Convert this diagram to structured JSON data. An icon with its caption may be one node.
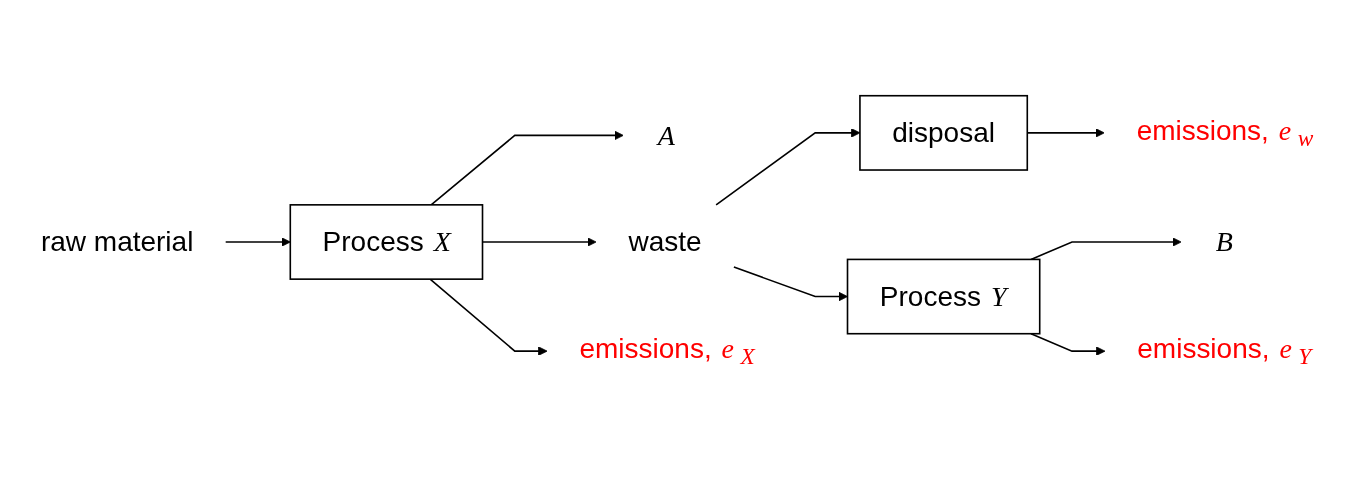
{
  "diagram": {
    "nodes": [
      {
        "text": [
          "raw material"
        ]
      },
      {
        "text": [
          "Process *X*"
        ]
      },
      {
        "text": [
          "*A*"
        ]
      },
      {
        "text": [
          "waste"
        ]
      },
      {
        "text": [
          "emissions, *e*$_{X}$"
        ]
      },
      {
        "text": [
          "disposal"
        ]
      },
      {
        "text": [
          "emissions, *e*$_{w}$"
        ]
      },
      {
        "text": [
          "Process *Y*"
        ]
      },
      {
        "text": [
          "*B*"
        ]
      },
      {
        "text": [
          "emissions, *e*$_{Y}$"
        ]
      }
    ],
    "edges": [
      {
        "from": 0,
        "to": 1,
        "arrow": "to"
      },
      {
        "from": 1,
        "to": 2,
        "arrow": "to"
      },
      {
        "from": 1,
        "to": 3,
        "arrow": "to"
      },
      {
        "from": 1,
        "to": 4,
        "arrow": "to"
      },
      {
        "from": 3,
        "to": 5,
        "arrow": "to"
      },
      {
        "from": 3,
        "to": 7,
        "arrow": "to"
      },
      {
        "from": 5,
        "to": 6,
        "arrow": "to"
      },
      {
        "from": 7,
        "to": 8,
        "arrow": "to"
      },
      {
        "from": 7,
        "to": 9,
        "arrow": "to"
      }
    ]
  }
}
